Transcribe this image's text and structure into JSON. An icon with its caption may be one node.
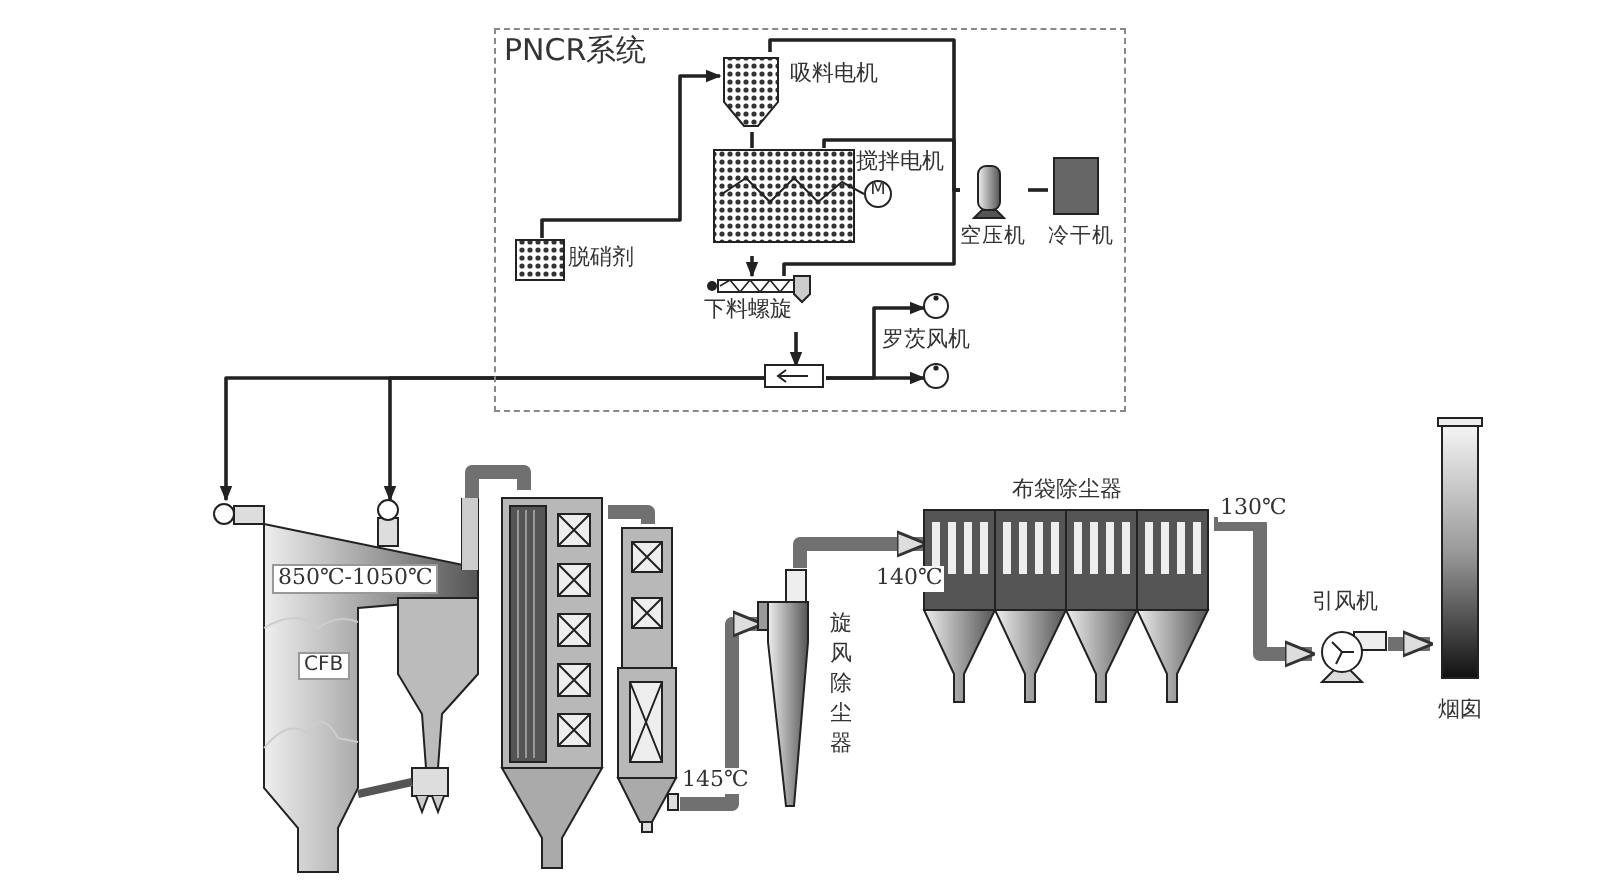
{
  "diagram": {
    "nodes": [
      {
        "text": [
          "PNCR系统"
        ]
      },
      {
        "text": [
          "吸料电机"
        ],
        "in": 0
      },
      {
        "text": [
          "搅拌电机",
          "M"
        ],
        "in": 0
      },
      {
        "text": [
          "脱硝剂"
        ],
        "in": 0
      },
      {
        "text": [
          "空压机"
        ],
        "in": 0
      },
      {
        "text": [
          "冷干机"
        ],
        "in": 0
      },
      {
        "text": [
          "下料螺旋"
        ],
        "in": 0
      },
      {
        "text": [],
        "shape": "circle",
        "in": 0
      },
      {
        "text": [],
        "shape": "circle",
        "in": 0
      },
      {
        "text": [],
        "shape": "box",
        "in": 0
      },
      {
        "text": [
          "850℃-1050℃",
          "CFB"
        ]
      },
      {
        "text": [],
        "shape": "picture"
      },
      {
        "text": [],
        "shape": "picture"
      },
      {
        "text": [
          "旋风除尘器"
        ]
      },
      {
        "text": [
          "布袋除尘器"
        ]
      },
      {
        "text": [
          "引风机"
        ]
      },
      {
        "text": [
          "烟囱"
        ]
      }
    ],
    "edges": [
      {
        "from": 3,
        "to": 1,
        "arrow": "to"
      },
      {
        "from": 1,
        "to": 2,
        "arrow": "none"
      },
      {
        "from": 2,
        "to": 6,
        "arrow": "to"
      },
      {
        "from": 4,
        "to": 1,
        "arrow": "none"
      },
      {
        "from": 4,
        "to": 2,
        "arrow": "none"
      },
      {
        "from": 4,
        "to": 6,
        "arrow": "none"
      },
      {
        "from": 4,
        "to": 5,
        "arrow": "none"
      },
      {
        "from": 6,
        "to": 9,
        "arrow": "to"
      },
      {
        "from": 9,
        "to": 7,
        "arrow": "to"
      },
      {
        "from": 9,
        "to": 8,
        "arrow": "to"
      },
      {
        "from": 9,
        "to": 10,
        "arrow": "to"
      },
      {
        "from": 9,
        "to": 10,
        "arrow": "to"
      },
      {
        "from": 10,
        "to": 11,
        "arrow": "none",
        "style": "thick",
        "color": "#707070"
      },
      {
        "from": 11,
        "to": 12,
        "arrow": "none",
        "style": "thick",
        "color": "#707070"
      },
      {
        "from": 12,
        "to": 13,
        "arrow": "to",
        "label": "145℃",
        "style": "thick",
        "color": "#707070"
      },
      {
        "from": 13,
        "to": 14,
        "arrow": "to",
        "label": "140℃",
        "style": "thick",
        "color": "#707070"
      },
      {
        "from": 14,
        "to": 15,
        "arrow": "to",
        "label": "130℃",
        "style": "thick",
        "color": "#707070"
      },
      {
        "from": 15,
        "to": 16,
        "arrow": "to",
        "style": "thick",
        "color": "#707070"
      }
    ],
    "labels": [
      "罗茨风机"
    ]
  }
}
